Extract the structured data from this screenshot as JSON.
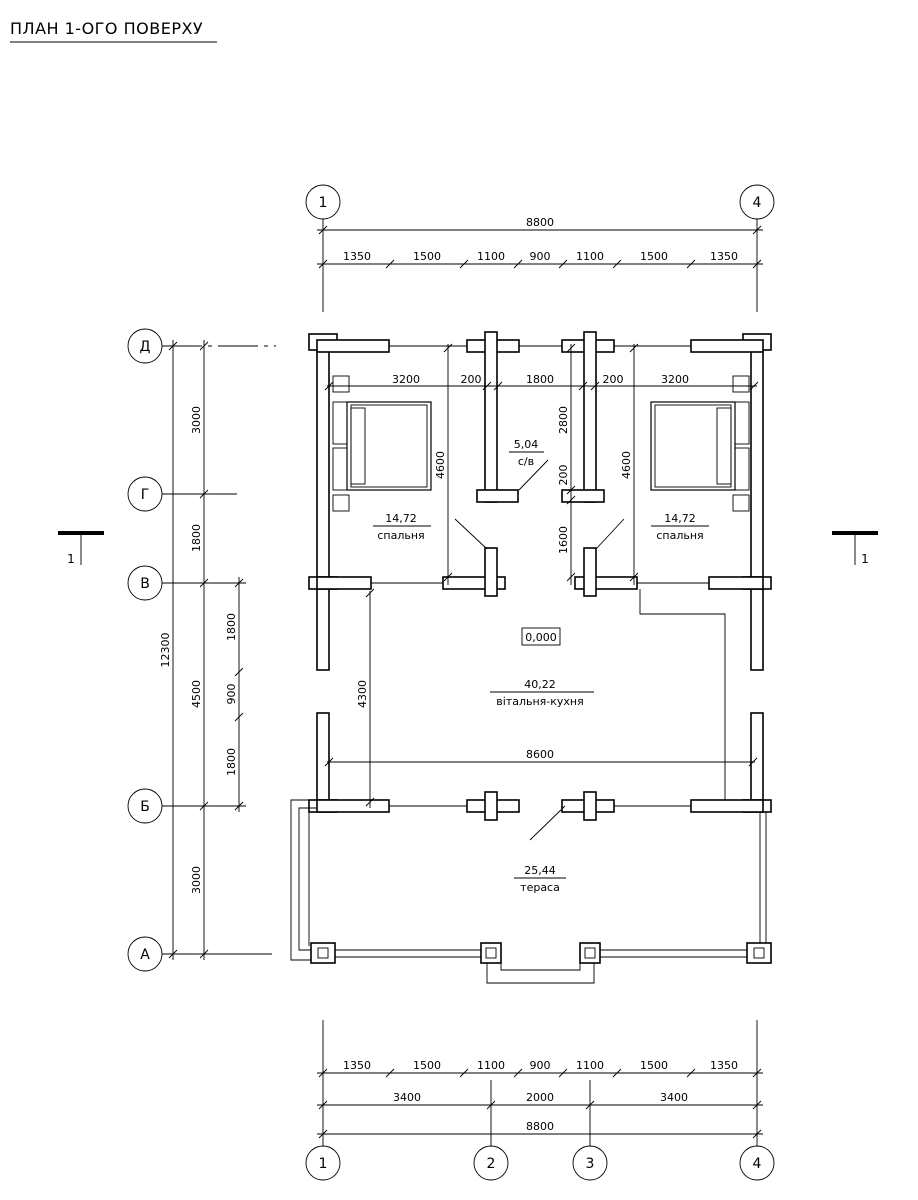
{
  "title": "ПЛАН 1-ОГО ПОВЕРХУ",
  "axes": {
    "columns": [
      "1",
      "2",
      "3",
      "4"
    ],
    "rows": [
      "Д",
      "Г",
      "В",
      "Б",
      "А"
    ]
  },
  "dimensions": {
    "top_total": "8800",
    "top_segments": [
      "1350",
      "1500",
      "1100",
      "900",
      "1100",
      "1500",
      "1350"
    ],
    "bottom_segments": [
      "1350",
      "1500",
      "1100",
      "900",
      "1100",
      "1500",
      "1350"
    ],
    "bottom_axes": [
      "3400",
      "2000",
      "3400"
    ],
    "bottom_total": "8800",
    "left_total": "12300",
    "left_rows": [
      "3000",
      "1800",
      "4500",
      "3000"
    ],
    "left_openings": [
      "1800",
      "900",
      "1800"
    ],
    "interior": {
      "bedroom_left_width": "3200",
      "wall_left": "200",
      "bath_width": "1800",
      "wall_right": "200",
      "bedroom_right_width": "3200",
      "bedroom_left_depth": "4600",
      "bedroom_right_depth": "4600",
      "bath_depth": "2800",
      "bath_wall": "200",
      "corridor": "1600",
      "living_depth": "4300",
      "living_width": "8600"
    }
  },
  "rooms": [
    {
      "area": "14,72",
      "name": "спальня"
    },
    {
      "area": "5,04",
      "name": "с/в"
    },
    {
      "area": "14,72",
      "name": "спальня"
    },
    {
      "area": "40,22",
      "name": "вітальня-кухня"
    },
    {
      "area": "25,44",
      "name": "тераса"
    }
  ],
  "level_mark": "0,000",
  "section_marks": [
    "1",
    "1"
  ]
}
